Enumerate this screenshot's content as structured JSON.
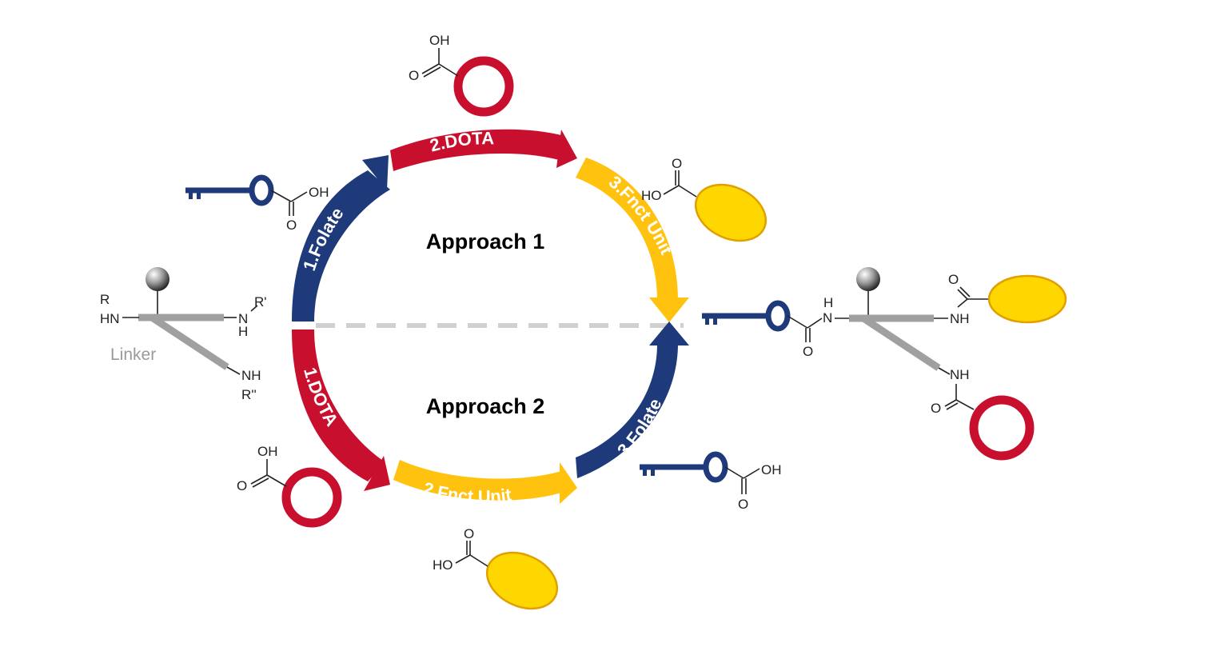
{
  "colors": {
    "folate_blue": "#1f3a7a",
    "dota_red": "#c8102e",
    "fnct_yellow": "#ffc20e",
    "fnct_fill": "#ffd700",
    "fnct_stroke": "#e0a000",
    "linker_gray": "#a0a0a0",
    "dash_gray": "#d0d0d0"
  },
  "icons": [
    "key-icon",
    "ring-icon",
    "ellipse-icon",
    "sphere-icon"
  ],
  "approaches": {
    "approach1": "Approach 1",
    "approach2": "Approach 2"
  },
  "steps": {
    "a1_step1": "1.Folate",
    "a1_step2": "2.DOTA",
    "a1_step3": "3.Fnct Unit",
    "a2_step1": "1.DOTA",
    "a2_step2": "2.Fnct Unit",
    "a2_step3": "3.Folate"
  },
  "linker": {
    "label": "Linker",
    "r": "R",
    "hn": "HN",
    "n_prime": "N",
    "r_prime": "R'",
    "h_prime": "H",
    "nh": "NH",
    "r_double": "R''"
  },
  "chem": {
    "oh": "OH",
    "ho": "HO",
    "o": "O",
    "h": "H",
    "n": "N",
    "nh": "NH"
  }
}
